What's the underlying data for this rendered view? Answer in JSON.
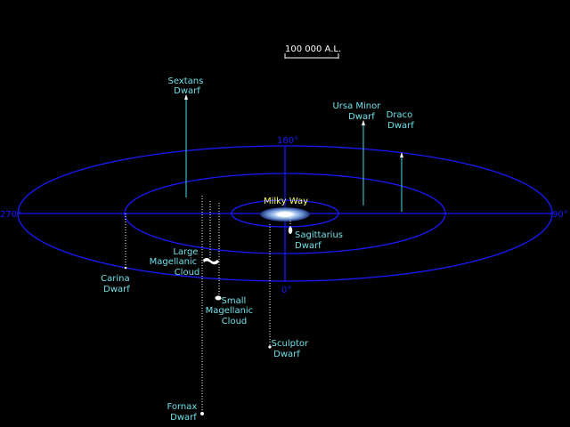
{
  "scale_bar": {
    "label": "100 000 A.L."
  },
  "angle_labels": {
    "top": "180°",
    "right": "90°",
    "left": "270°",
    "bottom": "0°"
  },
  "center": {
    "label": "Milky Way"
  },
  "galaxies": {
    "sextans": {
      "line1": "Sextans",
      "line2": "Dwarf"
    },
    "ursa_minor": {
      "line1": "Ursa Minor",
      "line2": "Dwarf"
    },
    "draco": {
      "line1": "Draco",
      "line2": "Dwarf"
    },
    "sagittarius": {
      "line1": "Sagittarius",
      "line2": "Dwarf"
    },
    "lmc": {
      "line1": "Large",
      "line2": "Magellanic",
      "line3": "Cloud"
    },
    "carina": {
      "line1": "Carina",
      "line2": "Dwarf"
    },
    "smc": {
      "line1": "Small",
      "line2": "Magellanic",
      "line3": "Cloud"
    },
    "sculptor": {
      "line1": "Sculptor",
      "line2": "Dwarf"
    },
    "fornax": {
      "line1": "Fornax",
      "line2": "Dwarf"
    }
  },
  "colors": {
    "background": "#000000",
    "orbit": "#1a1aff",
    "label": "#6fe0e8",
    "center_label": "#ffff66",
    "scale_bar": "#ffffff"
  }
}
